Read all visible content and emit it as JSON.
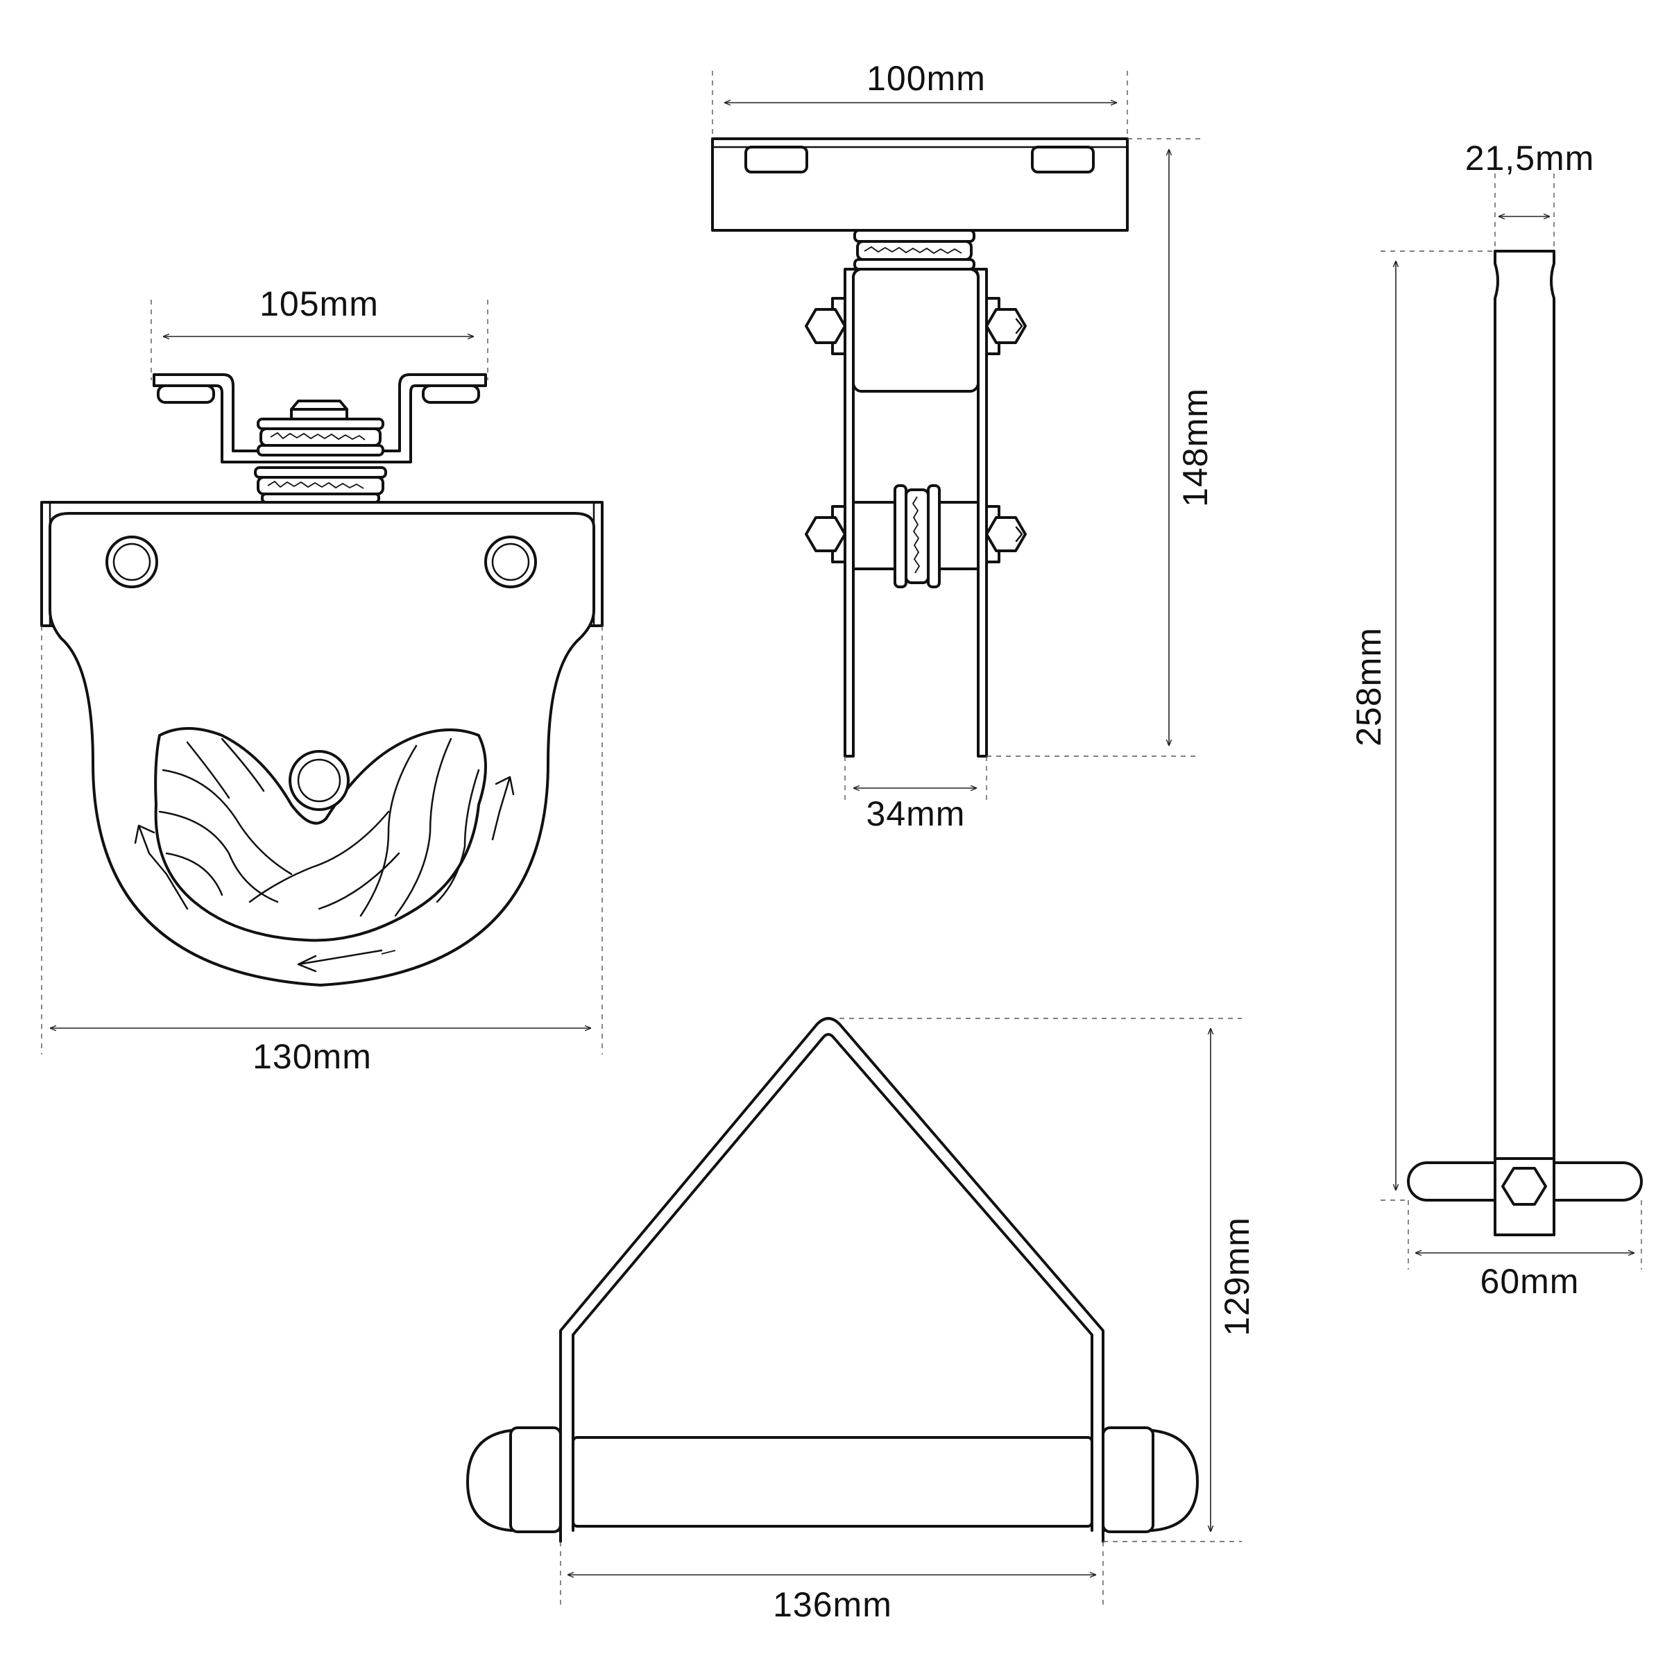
{
  "dimensions": {
    "pulley_top_width": "105mm",
    "pulley_width": "130mm",
    "mount_plate_width": "100mm",
    "mount_height": "148mm",
    "plate_gap": "34mm",
    "bar_width": "21,5mm",
    "bar_height": "258mm",
    "bar_handle_width": "60mm",
    "handle_height": "129mm",
    "handle_width": "136mm"
  },
  "colors": {
    "line": "#111111",
    "background": "#ffffff"
  }
}
